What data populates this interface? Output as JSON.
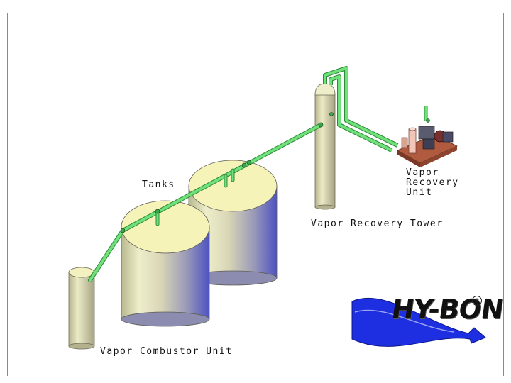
{
  "labels": {
    "tanks": "Tanks",
    "vapor_recovery_unit": [
      "Vapor",
      "Recovery",
      "Unit"
    ],
    "vapor_recovery_tower": "Vapor Recovery Tower",
    "vapor_combustor_unit": "Vapor Combustor Unit"
  },
  "logo": {
    "text": "HY-BON",
    "registered": "®"
  },
  "colors": {
    "pipe": "#5fd66a",
    "tank_body_light": "#ededc8",
    "tank_body_dark": "#5a5ec4",
    "tank_top": "#f7f4ba",
    "logo_blue": "#1d2fe0",
    "unit_skid": "#a0503a"
  }
}
